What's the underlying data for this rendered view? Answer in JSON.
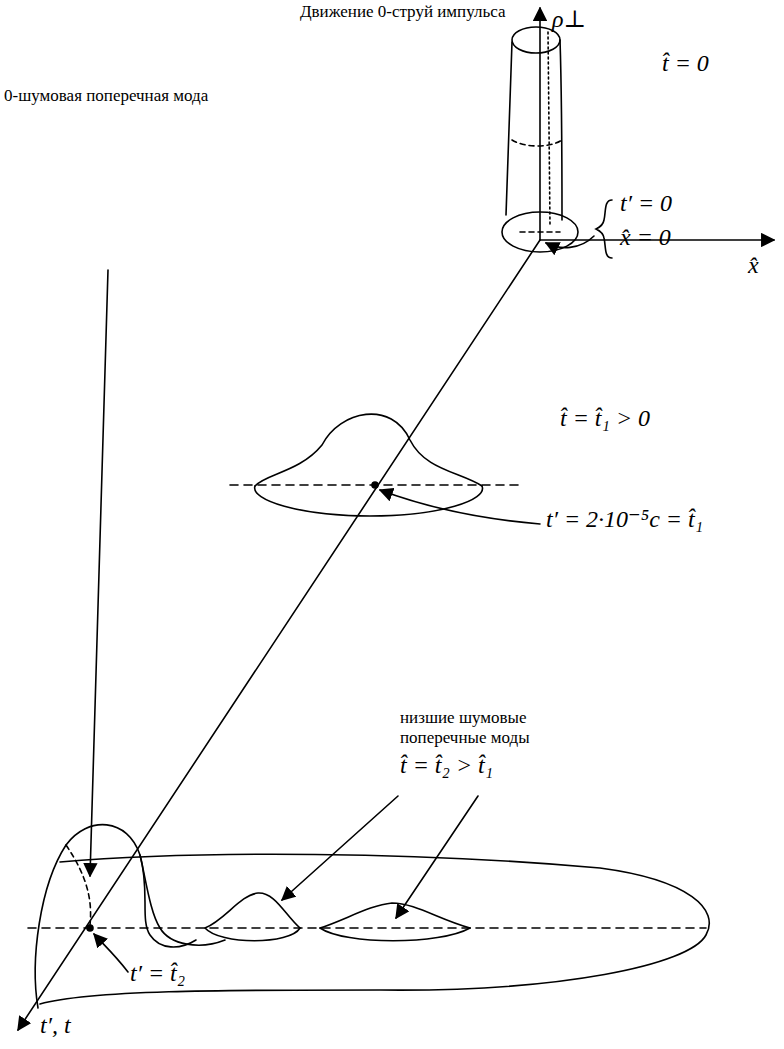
{
  "diagram": {
    "title": "Движение 0-струй импульса",
    "labels": [
      "ρ⊥",
      "t̂ = 0",
      "x̂",
      "t′ = 0",
      "x̂ = 0",
      "0-шумовая поперечная мода",
      "t̂ = t̂₁ > 0",
      "t′ = 2·10⁻⁵с = t̂₁",
      "низшие шумовые поперечные моды",
      "t̂ = t̂₂ > t̂₁",
      "t′ = t̂₂",
      "t′, t"
    ]
  }
}
